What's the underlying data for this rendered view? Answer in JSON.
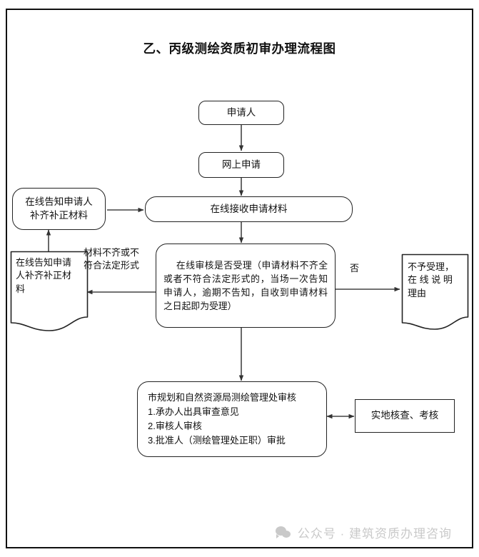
{
  "document": {
    "title": "乙、丙级测绘资质初审办理流程图"
  },
  "nodes": {
    "applicant": "申请人",
    "online_apply": "网上申请",
    "receive_materials": "在线接收申请材料",
    "notify_top": "在线告知申请人\n补齐补正材料",
    "notify_doc": "在线告知申请\n人补齐补正材\n料",
    "review_decision": "在线审核是否受理（申请材料不齐全或者不符合法定形式的，当场一次告知申请人，逾期不告知，自收到申请材料之日起即为受理）",
    "reject_doc": "不予受理，\n在 线 说 明\n理由",
    "bureau_review": "市规划和自然资源局测绘管理处审核\n1.承办人出具审查意见\n2.审核人审核\n3.批准人（测绘管理处正职）审批",
    "field_check": "实地核查、考核"
  },
  "edge_labels": {
    "materials_incomplete": "材料不齐或不\n符合法定形式",
    "no": "否"
  },
  "watermark": {
    "icon": "wechat-icon",
    "text": "公众号 · 建筑资质办理咨询"
  },
  "colors": {
    "stroke": "#222222",
    "text": "#111111",
    "background": "#ffffff",
    "watermark": "#c9c9c9"
  }
}
